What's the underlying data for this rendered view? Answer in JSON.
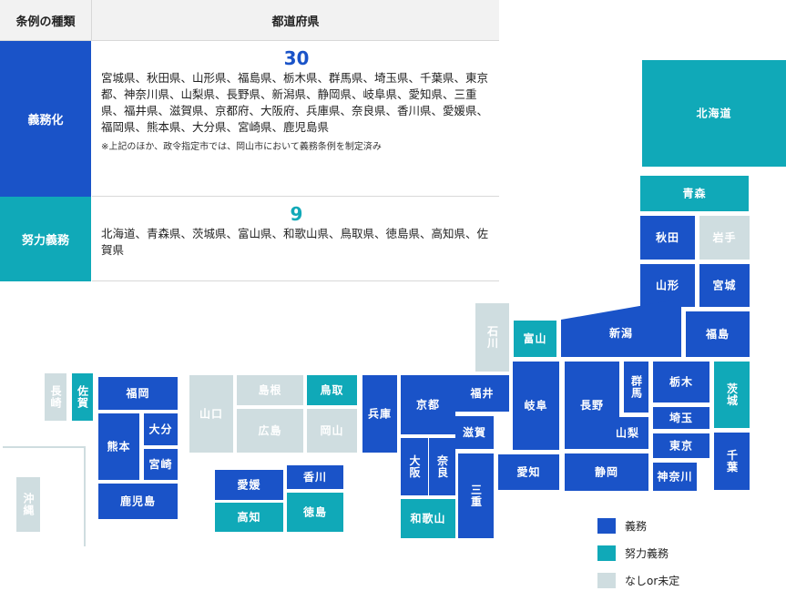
{
  "table": {
    "header": {
      "type": "条例の種類",
      "prefectures": "都道府県"
    },
    "rows": [
      {
        "label": "義務化",
        "count": "30",
        "prefectures": "宮城県、秋田県、山形県、福島県、栃木県、群馬県、埼玉県、千葉県、東京都、神奈川県、山梨県、長野県、新潟県、静岡県、岐阜県、愛知県、三重県、福井県、滋賀県、京都府、大阪府、兵庫県、奈良県、香川県、愛媛県、福岡県、熊本県、大分県、宮崎県、鹿児島県",
        "note": "※上記のほか、政令指定市では、岡山市において義務条例を制定済み"
      },
      {
        "label": "努力義務",
        "count": "9",
        "prefectures": "北海道、青森県、茨城県、富山県、和歌山県、鳥取県、徳島県、高知県、佐賀県"
      }
    ]
  },
  "colors": {
    "mandatory": "#1a53c8",
    "effort": "#10a9b8",
    "none": "#cfdde0"
  },
  "legend": [
    {
      "key": "mandatory",
      "label": "義務"
    },
    {
      "key": "effort",
      "label": "努力義務"
    },
    {
      "key": "none",
      "label": "なしor未定"
    }
  ],
  "map": {
    "prefectures": [
      {
        "id": "hokkaido",
        "name": "北海道",
        "status": "effort"
      },
      {
        "id": "aomori",
        "name": "青森",
        "status": "effort"
      },
      {
        "id": "akita",
        "name": "秋田",
        "status": "mandatory"
      },
      {
        "id": "iwate",
        "name": "岩手",
        "status": "none"
      },
      {
        "id": "yamagata",
        "name": "山形",
        "status": "mandatory"
      },
      {
        "id": "miyagi",
        "name": "宮城",
        "status": "mandatory"
      },
      {
        "id": "niigata",
        "name": "新潟",
        "status": "mandatory"
      },
      {
        "id": "fukushima",
        "name": "福島",
        "status": "mandatory"
      },
      {
        "id": "ishikawa",
        "name": "石川",
        "status": "none"
      },
      {
        "id": "toyama",
        "name": "富山",
        "status": "effort"
      },
      {
        "id": "nagano",
        "name": "長野",
        "status": "mandatory"
      },
      {
        "id": "gunma",
        "name": "群馬",
        "status": "mandatory"
      },
      {
        "id": "tochigi",
        "name": "栃木",
        "status": "mandatory"
      },
      {
        "id": "ibaraki",
        "name": "茨城",
        "status": "effort"
      },
      {
        "id": "saitama",
        "name": "埼玉",
        "status": "mandatory"
      },
      {
        "id": "yamanashi",
        "name": "山梨",
        "status": "mandatory"
      },
      {
        "id": "tokyo",
        "name": "東京",
        "status": "mandatory"
      },
      {
        "id": "chiba",
        "name": "千葉",
        "status": "mandatory"
      },
      {
        "id": "kanagawa",
        "name": "神奈川",
        "status": "mandatory"
      },
      {
        "id": "shizuoka",
        "name": "静岡",
        "status": "mandatory"
      },
      {
        "id": "fukui",
        "name": "福井",
        "status": "mandatory"
      },
      {
        "id": "gifu",
        "name": "岐阜",
        "status": "mandatory"
      },
      {
        "id": "shiga",
        "name": "滋賀",
        "status": "mandatory"
      },
      {
        "id": "aichi",
        "name": "愛知",
        "status": "mandatory"
      },
      {
        "id": "kyoto",
        "name": "京都",
        "status": "mandatory"
      },
      {
        "id": "osaka",
        "name": "大阪",
        "status": "mandatory"
      },
      {
        "id": "nara",
        "name": "奈良",
        "status": "mandatory"
      },
      {
        "id": "mie",
        "name": "三重",
        "status": "mandatory"
      },
      {
        "id": "wakayama",
        "name": "和歌山",
        "status": "effort"
      },
      {
        "id": "hyogo",
        "name": "兵庫",
        "status": "mandatory"
      },
      {
        "id": "tottori",
        "name": "鳥取",
        "status": "effort"
      },
      {
        "id": "shimane",
        "name": "島根",
        "status": "none"
      },
      {
        "id": "okayama",
        "name": "岡山",
        "status": "none"
      },
      {
        "id": "hiroshima",
        "name": "広島",
        "status": "none"
      },
      {
        "id": "yamaguchi",
        "name": "山口",
        "status": "none"
      },
      {
        "id": "kagawa",
        "name": "香川",
        "status": "mandatory"
      },
      {
        "id": "ehime",
        "name": "愛媛",
        "status": "mandatory"
      },
      {
        "id": "tokushima",
        "name": "徳島",
        "status": "effort"
      },
      {
        "id": "kochi",
        "name": "高知",
        "status": "effort"
      },
      {
        "id": "fukuoka",
        "name": "福岡",
        "status": "mandatory"
      },
      {
        "id": "saga",
        "name": "佐賀",
        "status": "effort"
      },
      {
        "id": "nagasaki",
        "name": "長崎",
        "status": "none"
      },
      {
        "id": "oita",
        "name": "大分",
        "status": "mandatory"
      },
      {
        "id": "kumamoto",
        "name": "熊本",
        "status": "mandatory"
      },
      {
        "id": "miyazaki",
        "name": "宮崎",
        "status": "mandatory"
      },
      {
        "id": "kagoshima",
        "name": "鹿児島",
        "status": "mandatory"
      },
      {
        "id": "okinawa",
        "name": "沖縄",
        "status": "none"
      }
    ]
  }
}
